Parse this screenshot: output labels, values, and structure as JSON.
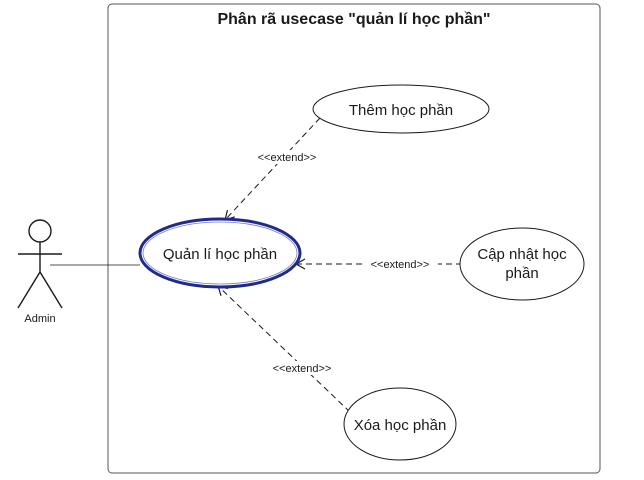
{
  "diagram": {
    "title": "Phân rã usecase \"quản lí học phần\"",
    "actor": {
      "name": "Admin",
      "icon": "stick-figure-icon"
    },
    "use_cases": {
      "main": {
        "label": "Quản lí học phần"
      },
      "add": {
        "label": "Thêm học phần"
      },
      "update": {
        "line1": "Cập nhật học",
        "line2": "phần"
      },
      "delete": {
        "label": "Xóa học phần"
      }
    },
    "relations": {
      "add_extend": "<<extend>>",
      "update_extend": "<<extend>>",
      "delete_extend": "<<extend>>"
    },
    "colors": {
      "stroke": "#1a1a1a",
      "main_outline": "#1f2a8a",
      "boundary": "#555555"
    }
  }
}
